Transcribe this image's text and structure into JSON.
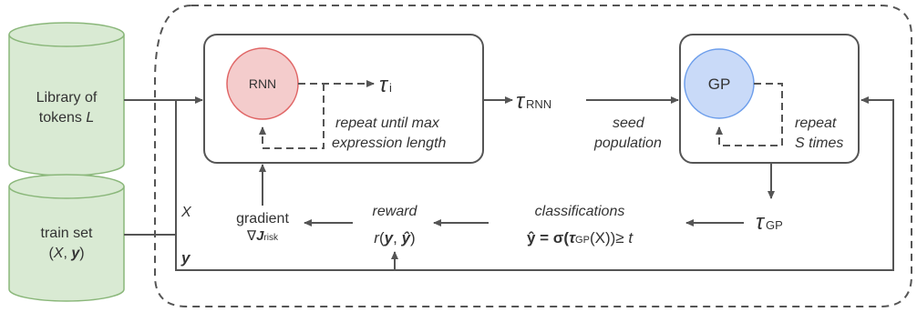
{
  "inputs": {
    "library": {
      "line1": "Library of",
      "line2_prefix": "tokens ",
      "line2_var": "L"
    },
    "train_set": {
      "line1": "train set",
      "paren_open": "(",
      "var_x": "X",
      "comma": ", ",
      "var_y": "y",
      "paren_close": ")"
    }
  },
  "rnn_box": {
    "node_label": "RNN",
    "output_symbol": "τ",
    "output_sub": "i",
    "loop_note_line1": "repeat until max",
    "loop_note_line2": "expression length"
  },
  "gp_box": {
    "node_label": "GP",
    "loop_note_line1": "repeat",
    "loop_note_line2": "S times"
  },
  "flow": {
    "tau_rnn_symbol": "τ",
    "tau_rnn_sub": "RNN",
    "seed_line1": "seed",
    "seed_line2": "population",
    "tau_gp_symbol": "τ",
    "tau_gp_sub": "GP",
    "classifications_label": "classifications",
    "formula": {
      "yhat": "ŷ",
      "eq_sigma": " = σ(",
      "tau": "τ",
      "tau_sub": "GP",
      "arg": "(X)",
      "close": ")≥ ",
      "t": "t"
    },
    "reward_label": "reward",
    "reward_formula": {
      "r": "r",
      "open": "(",
      "y": "y",
      "comma": ", ",
      "yhat": "ŷ",
      "close": ")"
    },
    "gradient_label": "gradient",
    "gradient_formula": {
      "nabla": "∇",
      "J": "J",
      "sub": "risk"
    },
    "x_label": "X",
    "y_label": "y"
  },
  "colors": {
    "cylinder_fill": "#d9ead3",
    "cylinder_stroke": "#8ab77a",
    "rnn_fill": "#f4cccc",
    "rnn_stroke": "#e06666",
    "gp_fill": "#c9daf8",
    "gp_stroke": "#6d9eeb",
    "line": "#555555"
  }
}
